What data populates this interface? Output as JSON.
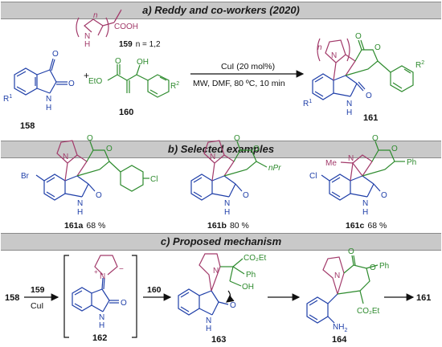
{
  "sections": {
    "a_title": "a) Reddy and co-workers (2020)",
    "b_title": "b) Selected examples",
    "c_title": "c) Proposed mechanism"
  },
  "scheme_a": {
    "isatin_id": "158",
    "isatin_r": "R",
    "isatin_r_sup": "1",
    "isatin_nh": "H",
    "isatin_nh2": "N",
    "isatin_o1": "O",
    "isatin_o2": "O",
    "aminoacid_id": "159",
    "aminoacid_n": "n = 1,2",
    "aminoacid_cooh": "COOH",
    "aminoacid_h": "H",
    "aminoacid_nlabel": "N",
    "ring_n": "n",
    "plus1": "+",
    "ester_id": "160",
    "ester_eto": "EtO",
    "ester_o": "O",
    "ester_oh": "OH",
    "ester_r": "R",
    "ester_r_sup": "2",
    "conditions_top": "CuI (20 mol%)",
    "conditions_bottom": "MW, DMF, 80 ºC, 10 min",
    "product_id": "161",
    "product_r1": "R",
    "product_r1_sup": "1",
    "product_r2": "R",
    "product_r2_sup": "2",
    "product_n": "N",
    "product_nh": "N",
    "product_h": "H",
    "product_o1": "O",
    "product_o2": "O",
    "product_o3": "O",
    "product_ring_n": "n"
  },
  "examples": [
    {
      "id": "161a",
      "yield": "68 %",
      "sub1": "Br",
      "sub2": "Cl",
      "n": "N",
      "nh": "N",
      "h": "H",
      "o1": "O",
      "o2": "O",
      "o3": "O"
    },
    {
      "id": "161b",
      "yield": "80 %",
      "sub1": "nPr",
      "n": "N",
      "nh": "N",
      "h": "H",
      "o1": "O",
      "o2": "O",
      "o3": "O"
    },
    {
      "id": "161c",
      "yield": "68 %",
      "sub1": "Cl",
      "sub2": "Ph",
      "sub3": "Me",
      "n": "N",
      "nh": "N",
      "h": "H",
      "o1": "O",
      "o2": "O",
      "o3": "O"
    }
  ],
  "mechanism": {
    "start": "158",
    "reagent1": "159",
    "reagent2": "CuI",
    "int1_id": "162",
    "int1_nplus": "N",
    "int1_plus": "+",
    "int1_minus": "−",
    "int1_nh": "N",
    "int1_h": "H",
    "int1_o": "O",
    "reagent3": "160",
    "int2_id": "163",
    "int2_co2et": "CO₂Et",
    "int2_ph": "Ph",
    "int2_oh": "OH",
    "int2_n": "N",
    "int2_nh": "N",
    "int2_h": "H",
    "int2_o": "O",
    "int3_id": "164",
    "int3_ph": "Ph",
    "int3_co2et": "CO₂Et",
    "int3_nh2": "NH",
    "int3_nh2_sub": "2",
    "int3_n": "N",
    "int3_o1": "O",
    "int3_o2": "O",
    "final": "161"
  },
  "colors": {
    "isatin": "#1f3fa8",
    "aminoacid": "#a23a6a",
    "ester": "#2e8b2e",
    "black": "#111111"
  }
}
